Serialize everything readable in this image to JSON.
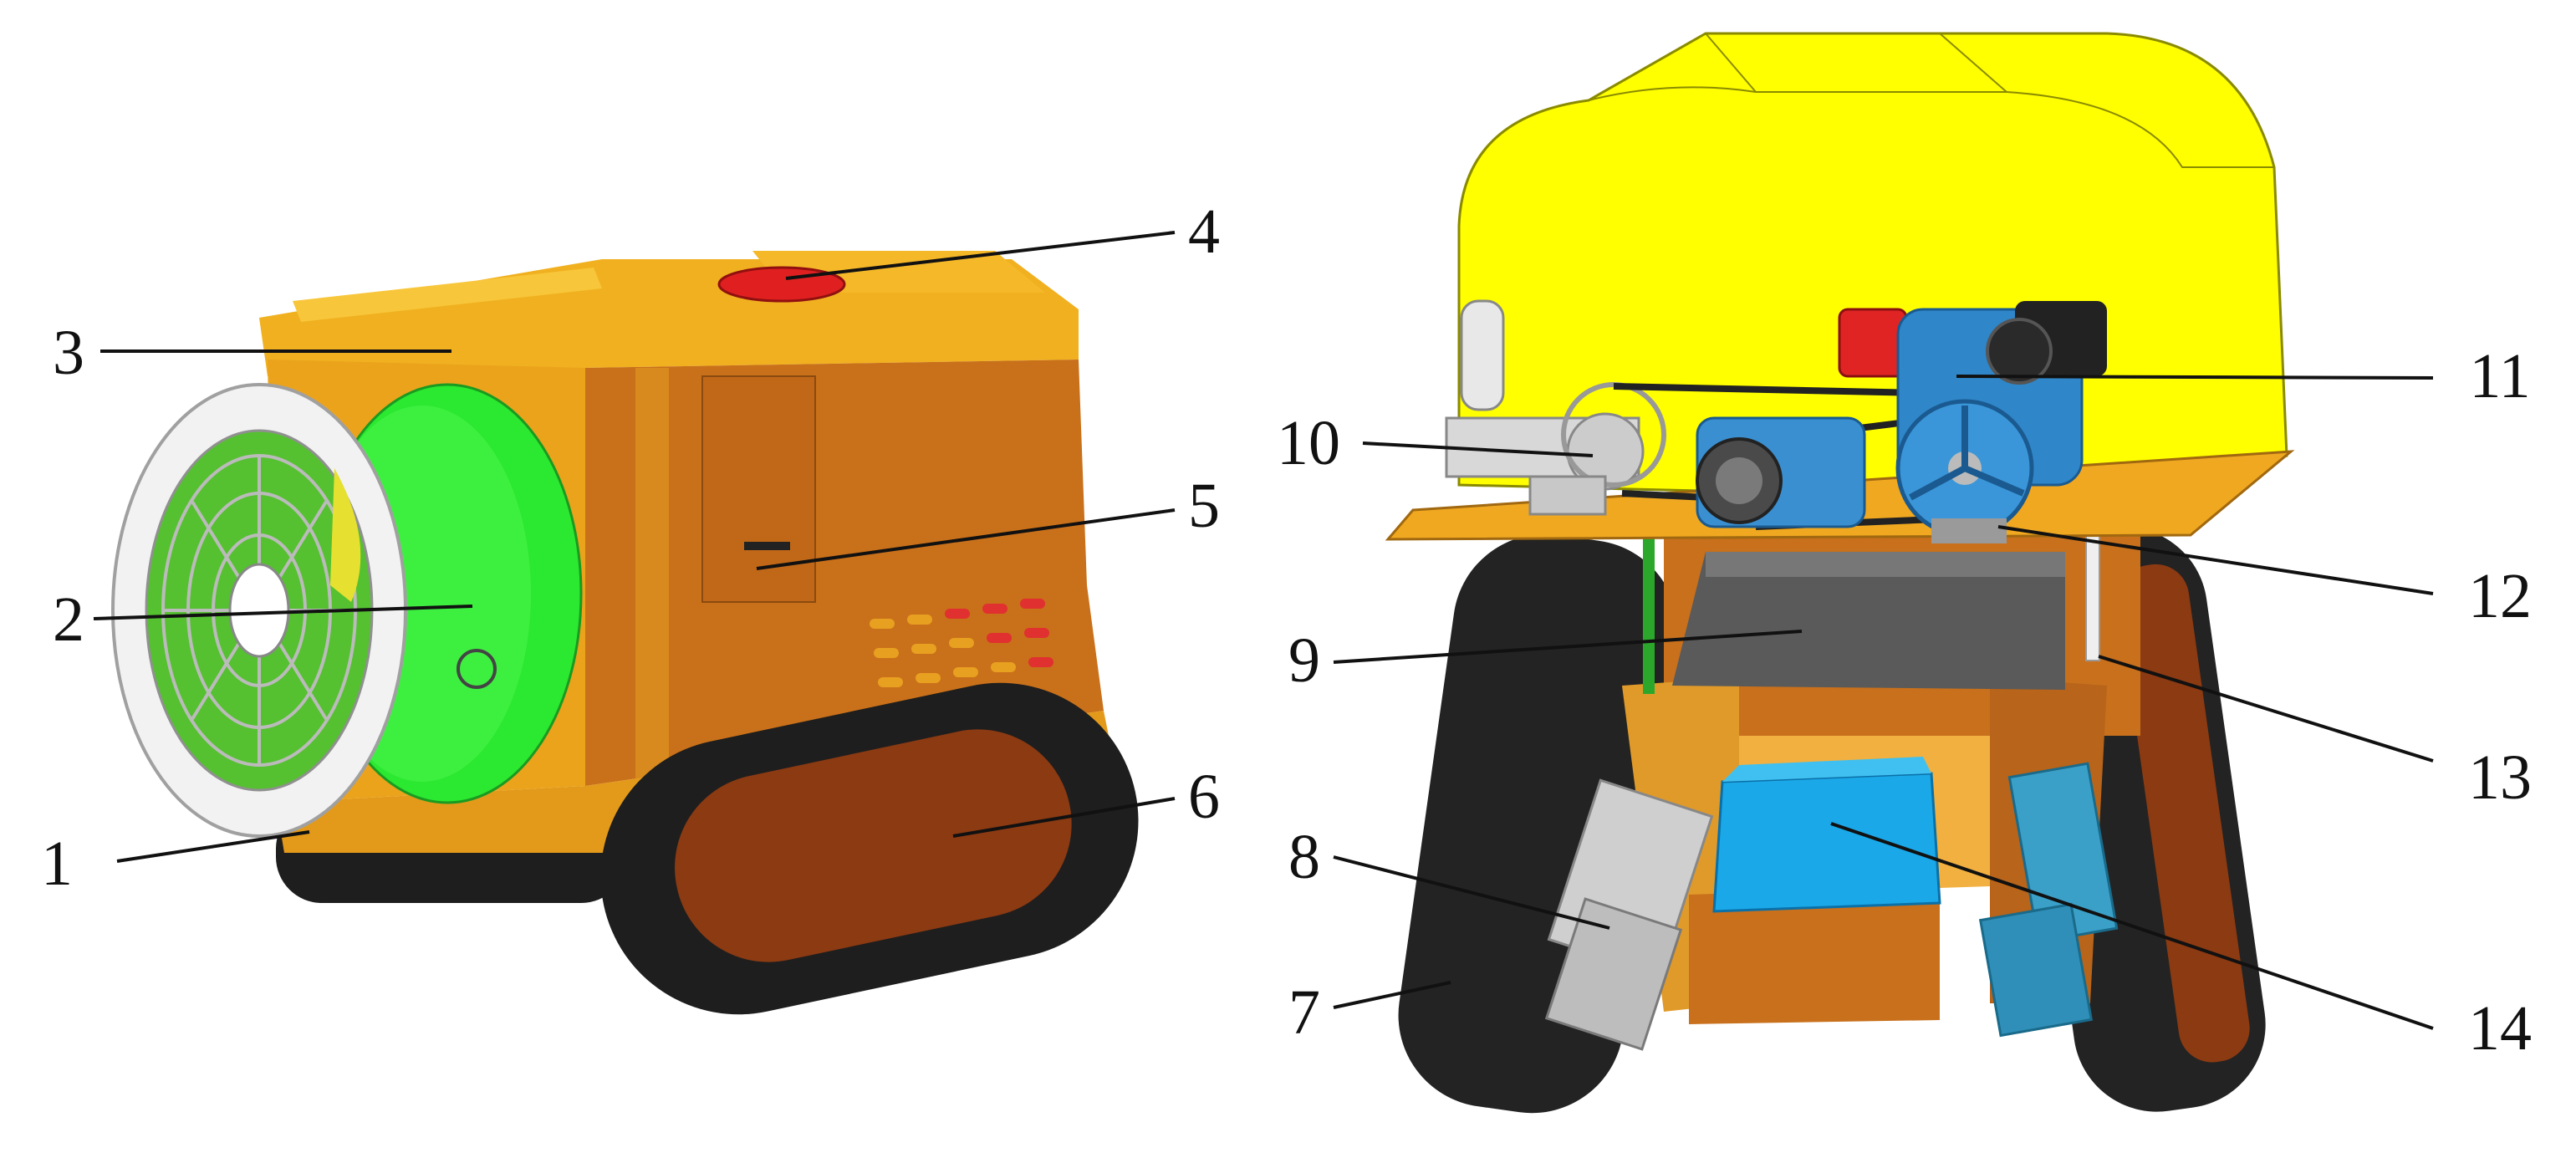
{
  "colors": {
    "body_orange": "#E8A51E",
    "body_orange_dark": "#C8711A",
    "fan_green": "#2BE830",
    "canopy_yellow": "#FFFF00",
    "engine_blue": "#2F86C8",
    "tank_cyan": "#1BA8E8",
    "track_black": "#222222",
    "track_wheel_brown": "#8B3A12",
    "frame_orange": "#C8701C",
    "cap_red": "#E02020",
    "battery_gray": "#5A5A5A"
  },
  "callouts": [
    {
      "id": "1",
      "label": "1"
    },
    {
      "id": "2",
      "label": "2"
    },
    {
      "id": "3",
      "label": "3"
    },
    {
      "id": "4",
      "label": "4"
    },
    {
      "id": "5",
      "label": "5"
    },
    {
      "id": "6",
      "label": "6"
    },
    {
      "id": "7",
      "label": "7"
    },
    {
      "id": "8",
      "label": "8"
    },
    {
      "id": "9",
      "label": "9"
    },
    {
      "id": "10",
      "label": "10"
    },
    {
      "id": "11",
      "label": "11"
    },
    {
      "id": "12",
      "label": "12"
    },
    {
      "id": "13",
      "label": "13"
    },
    {
      "id": "14",
      "label": "14"
    }
  ]
}
